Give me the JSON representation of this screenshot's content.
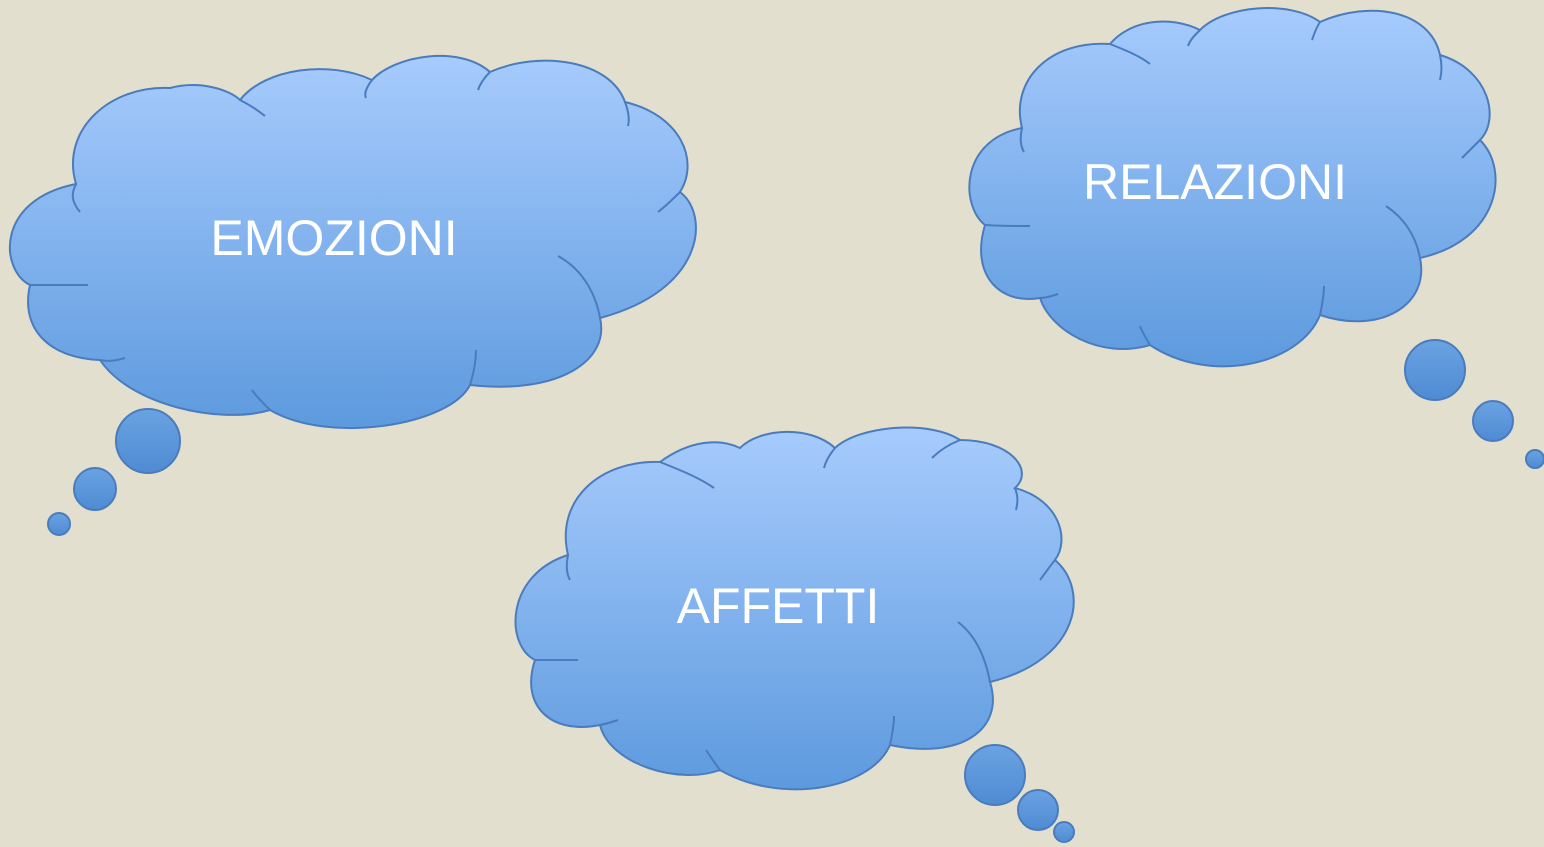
{
  "slide": {
    "background": "#e3dfcf"
  },
  "clouds": [
    {
      "id": "emozioni",
      "label": "EMOZIONI"
    },
    {
      "id": "relazioni",
      "label": "RELAZIONI"
    },
    {
      "id": "affetti",
      "label": "AFFETTI"
    }
  ],
  "colors": {
    "cloud_top": "#a7cbfd",
    "cloud_bottom": "#5d9ade",
    "cloud_outline": "#4a7cbd",
    "bubble_fill": "#5d96d8",
    "text": "#ffffff"
  }
}
